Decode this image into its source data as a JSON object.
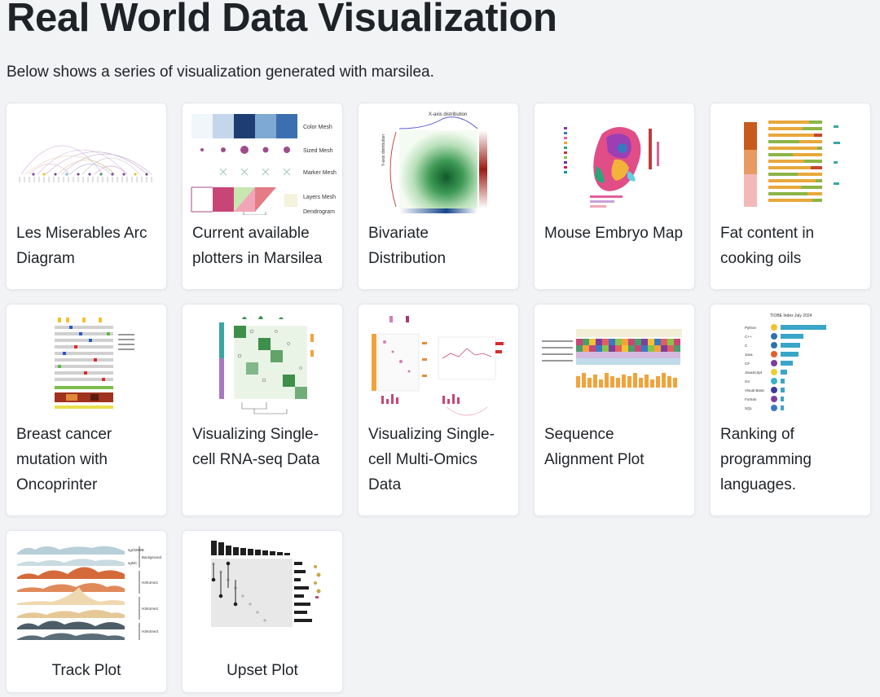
{
  "page": {
    "title": "Real World Data Visualization",
    "subtitle": "Below shows a series of visualization generated with marsilea."
  },
  "gallery": [
    {
      "label": "Les Miserables Arc Diagram",
      "thumb": "arc-diagram-thumbnail"
    },
    {
      "label": "Current available plotters in Marsilea",
      "thumb": "plotters-thumbnail",
      "legend": [
        "Color Mesh",
        "Sized Mesh",
        "Marker Mesh",
        "Layers Mesh",
        "Dendrogram"
      ]
    },
    {
      "label": "Bivariate Distribution",
      "thumb": "bivariate-thumbnail",
      "annotations": {
        "top": "X-axis distribution",
        "side": "Y-axis distribution"
      }
    },
    {
      "label": "Mouse Embryo Map",
      "thumb": "embryo-thumbnail"
    },
    {
      "label": "Fat content in cooking oils",
      "thumb": "oils-thumbnail"
    },
    {
      "label": "Breast cancer mutation with Oncoprinter",
      "thumb": "oncoprint-thumbnail"
    },
    {
      "label": "Visualizing Single-cell RNA-seq Data",
      "thumb": "scrna-thumbnail"
    },
    {
      "label": "Visualizing Single-cell Multi-Omics Data",
      "thumb": "multiomics-thumbnail"
    },
    {
      "label": "Sequence Alignment Plot",
      "thumb": "alignment-thumbnail"
    },
    {
      "label": "Ranking of programming languages.",
      "thumb": "ranking-thumbnail",
      "annotations": {
        "title": "TIOBE Index July 2024",
        "languages": [
          "Python",
          "C++",
          "C",
          "Java",
          "C#",
          "JavaScript",
          "Go",
          "Visual Basic",
          "Fortran",
          "SQL"
        ]
      }
    },
    {
      "label": "Track Plot",
      "thumb": "track-thumbnail",
      "annotations": {
        "groups": [
          "Background",
          "H3K4me1",
          "H3K4me2",
          "H3K4me3"
        ],
        "rows": [
          "sgCDK9B",
          "sgNC"
        ]
      }
    },
    {
      "label": "Upset Plot",
      "thumb": "upset-thumbnail"
    }
  ]
}
